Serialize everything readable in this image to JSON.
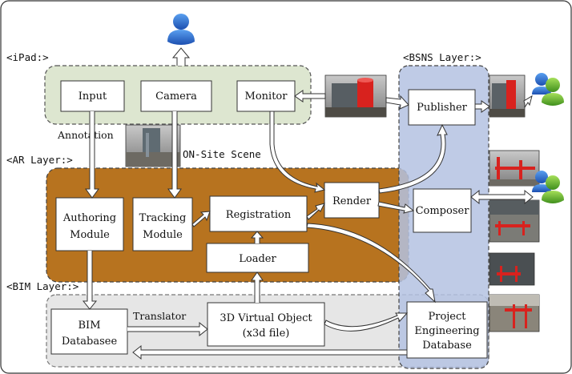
{
  "layers": {
    "ipad": "<iPad:>",
    "bsns": "<BSNS Layer:>",
    "ar": "<AR Layer:>",
    "bim": "<BIM Layer:>"
  },
  "boxes": {
    "input": "Input",
    "camera": "Camera",
    "monitor": "Monitor",
    "publisher": "Publisher",
    "authoring_line1": "Authoring",
    "authoring_line2": "Module",
    "tracking_line1": "Tracking",
    "tracking_line2": "Module",
    "registration": "Registration",
    "render": "Render",
    "composer": "Composer",
    "loader": "Loader",
    "bim_db_line1": "BIM",
    "bim_db_line2": "Databasee",
    "virtual_obj_line1": "3D Virtual Object",
    "virtual_obj_line2": "(x3d file)",
    "project_db_line1": "Project",
    "project_db_line2": "Engineering",
    "project_db_line3": "Database"
  },
  "labels": {
    "annotation": "Annotation",
    "onsite_scene": "ON-Site Scene",
    "translator": "Translator"
  },
  "icons": {
    "top_user": "user-icon",
    "right_users": "users-group-icon",
    "photos": "construction-photo-icon"
  },
  "colors": {
    "ipad_fill": "#dde6d0",
    "bsns_fill": "#b4c2e2",
    "ar_fill": "#b7731f",
    "bim_fill": "#e6e6e6",
    "box_fill": "#ffffff"
  }
}
